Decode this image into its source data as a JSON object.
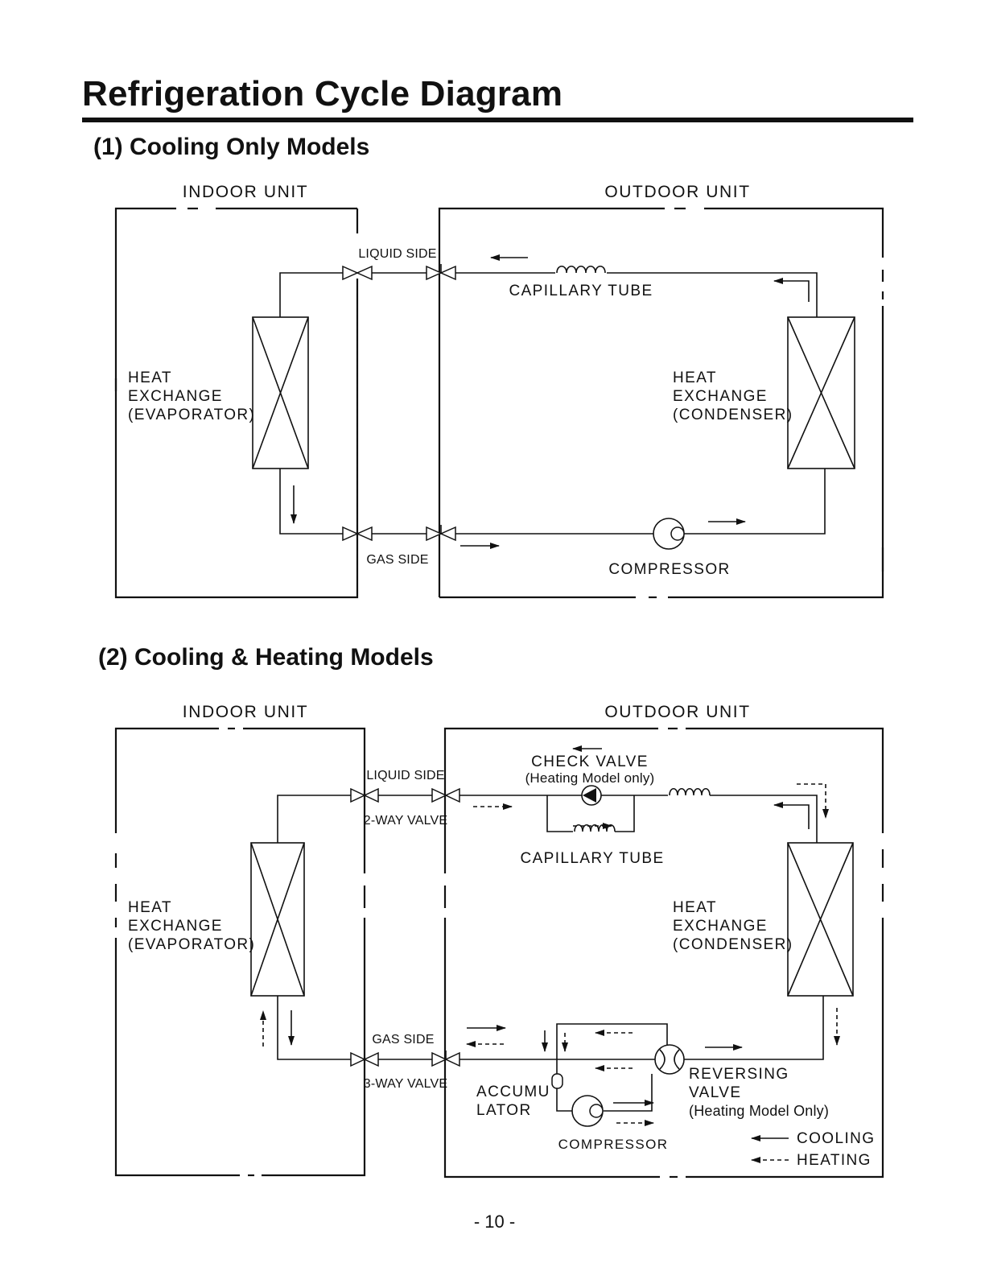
{
  "page": {
    "title": "Refrigeration Cycle Diagram",
    "page_number": "- 10 -"
  },
  "diagram1": {
    "heading": "(1) Cooling Only Models",
    "indoor_unit": "INDOOR UNIT",
    "outdoor_unit": "OUTDOOR UNIT",
    "liquid_side": "LIQUID SIDE",
    "gas_side": "GAS SIDE",
    "capillary_tube": "CAPILLARY TUBE",
    "compressor": "COMPRESSOR",
    "evaporator_label": [
      "HEAT",
      "EXCHANGE",
      "(EVAPORATOR)"
    ],
    "condenser_label": [
      "HEAT",
      "EXCHANGE",
      "(CONDENSER)"
    ]
  },
  "diagram2": {
    "heading": "(2) Cooling & Heating Models",
    "indoor_unit": "INDOOR UNIT",
    "outdoor_unit": "OUTDOOR UNIT",
    "liquid_side": "LIQUID SIDE",
    "two_way_valve": "2-WAY VALVE",
    "gas_side": "GAS SIDE",
    "three_way_valve": "3-WAY VALVE",
    "check_valve": "CHECK VALVE",
    "check_valve_note": "(Heating Model only)",
    "capillary_tube": "CAPILLARY TUBE",
    "accumulator": [
      "ACCUMU",
      "LATOR"
    ],
    "compressor": "COMPRESSOR",
    "reversing_valve": [
      "REVERSING",
      "VALVE",
      "(Heating Model Only)"
    ],
    "evaporator_label": [
      "HEAT",
      "EXCHANGE",
      "(EVAPORATOR)"
    ],
    "condenser_label": [
      "HEAT",
      "EXCHANGE",
      "(CONDENSER)"
    ],
    "legend": {
      "cooling": "COOLING",
      "heating": "HEATING"
    }
  }
}
